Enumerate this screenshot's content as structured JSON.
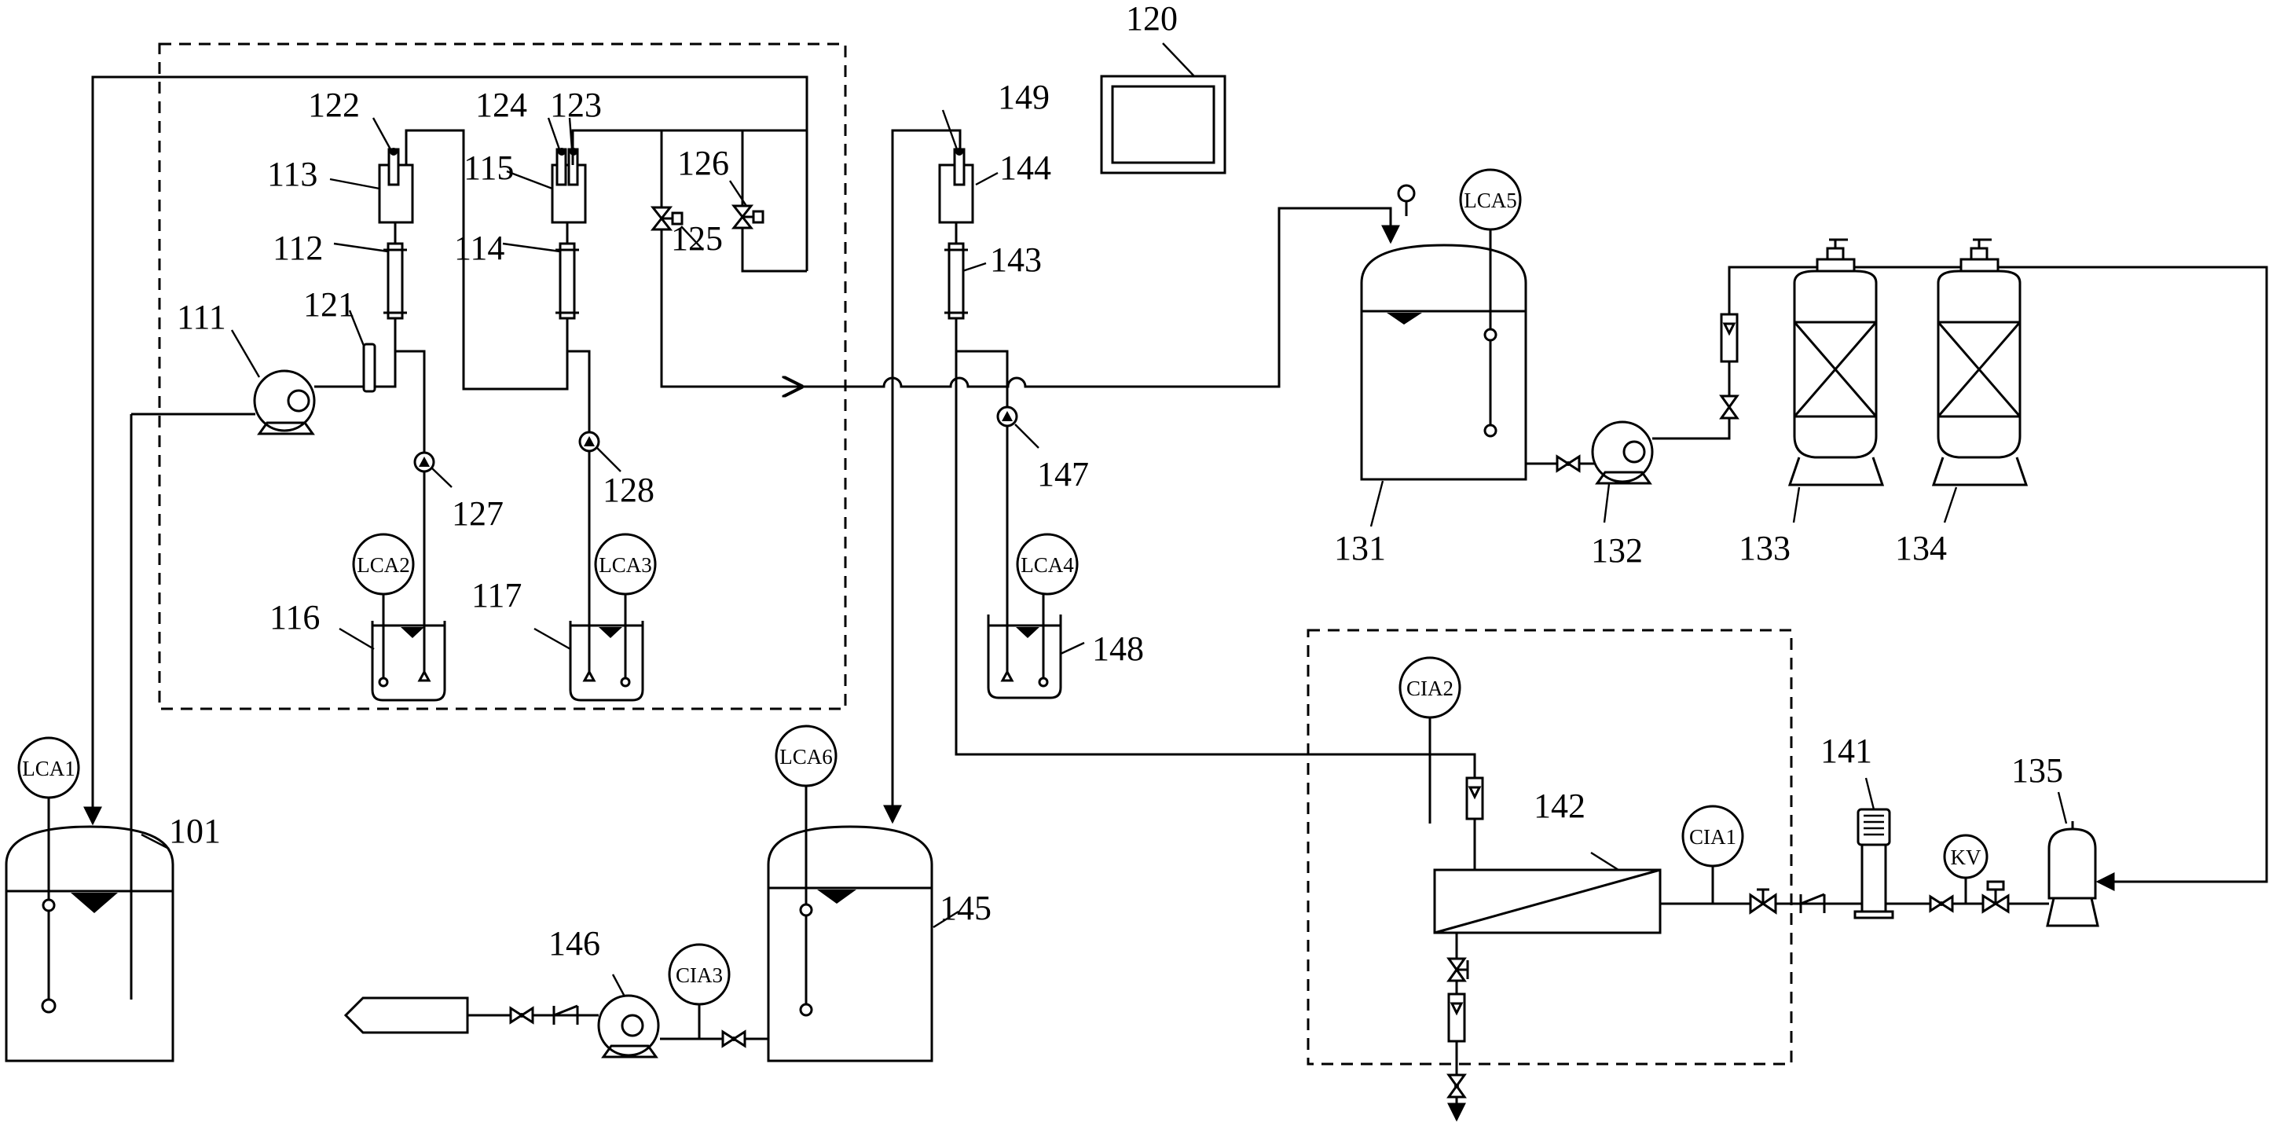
{
  "labels": {
    "n101": "101",
    "n111": "111",
    "n112": "112",
    "n113": "113",
    "n114": "114",
    "n115": "115",
    "n116": "116",
    "n117": "117",
    "n120": "120",
    "n121": "121",
    "n122": "122",
    "n123": "123",
    "n124": "124",
    "n125": "125",
    "n126": "126",
    "n127": "127",
    "n128": "128",
    "n131": "131",
    "n132": "132",
    "n133": "133",
    "n134": "134",
    "n135": "135",
    "n141": "141",
    "n142": "142",
    "n143": "143",
    "n144": "144",
    "n145": "145",
    "n146": "146",
    "n147": "147",
    "n148": "148",
    "n149": "149"
  },
  "instruments": {
    "lca1": "LCA1",
    "lca2": "LCA2",
    "lca3": "LCA3",
    "lca4": "LCA4",
    "lca5": "LCA5",
    "lca6": "LCA6",
    "cia1": "CIA1",
    "cia2": "CIA2",
    "cia3": "CIA3",
    "kv": "KV"
  }
}
